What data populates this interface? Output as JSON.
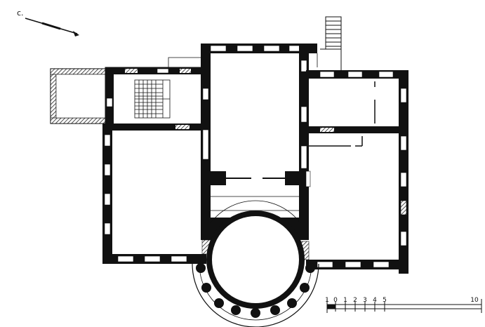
{
  "north_arrow": {
    "label": "c."
  },
  "scale_bar": {
    "tick_labels": [
      "1",
      "0",
      "1",
      "2",
      "3",
      "4",
      "5",
      "10"
    ]
  },
  "colors": {
    "wall": "#111111",
    "hatch": "#222222",
    "paper": "#ffffff"
  }
}
